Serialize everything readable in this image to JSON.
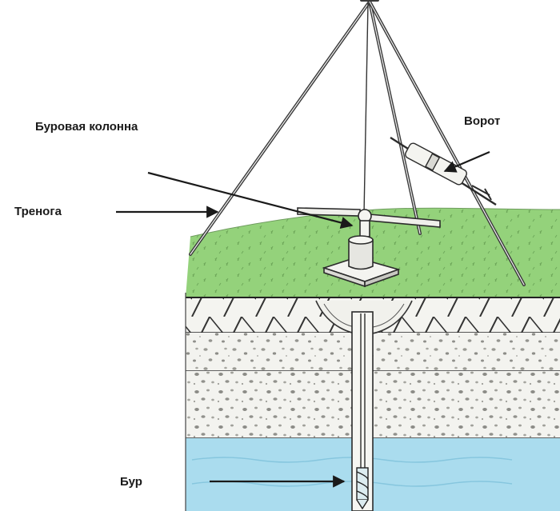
{
  "labels": {
    "drill_column": "Буровая колонна",
    "tripod": "Тренога",
    "windlass": "Ворот",
    "drill_bit": "Бур"
  },
  "colors": {
    "grass": "#93d17a",
    "water": "#a9dcee",
    "soil": "#f2f2ee",
    "line": "#2b2b2b",
    "label_text": "#1a1a1a"
  }
}
